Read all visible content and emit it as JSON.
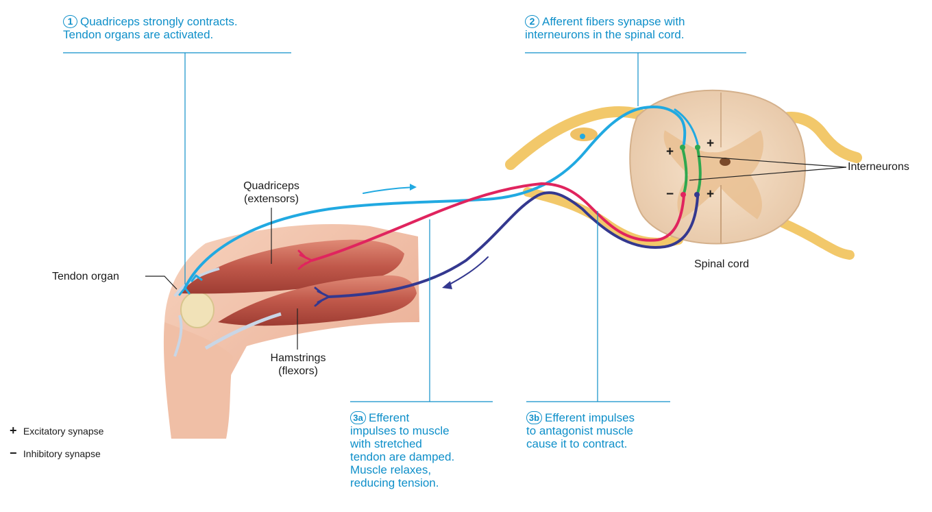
{
  "steps": {
    "s1": {
      "badge": "1",
      "line1": "Quadriceps strongly contracts.",
      "line2": "Tendon organs are activated."
    },
    "s2": {
      "badge": "2",
      "line1": "Afferent fibers synapse with",
      "line2": "interneurons in the spinal cord."
    },
    "s3a": {
      "badge": "3a",
      "lines": [
        "Efferent",
        "impulses to muscle",
        "with stretched",
        "tendon are damped.",
        "Muscle relaxes,",
        "reducing tension."
      ]
    },
    "s3b": {
      "badge": "3b",
      "lines": [
        "Efferent impulses",
        "to antagonist muscle",
        "cause it to contract."
      ]
    }
  },
  "labels": {
    "quadriceps": "Quadriceps",
    "quadriceps_sub": "(extensors)",
    "hamstrings": "Hamstrings",
    "hamstrings_sub": "(flexors)",
    "tendon_organ": "Tendon organ",
    "spinal_cord": "Spinal cord",
    "interneurons": "Interneurons"
  },
  "signs": {
    "plus": "+",
    "minus": "−"
  },
  "legend": {
    "excitatory": {
      "symbol": "+",
      "text": "Excitatory synapse"
    },
    "inhibitory": {
      "symbol": "−",
      "text": "Inhibitory synapse"
    }
  },
  "colors": {
    "afferent": "#21a9e1",
    "efferent_inhibited": "#e0245e",
    "efferent_antagonist": "#34388f",
    "interneuron": "#2fa84f",
    "callout": "#0e8fc9",
    "nerve": "#f2c86a",
    "muscle": "#c0584a"
  }
}
